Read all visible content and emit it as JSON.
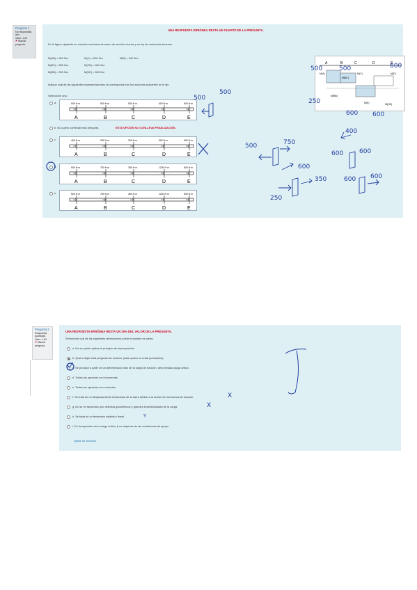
{
  "q1": {
    "info": {
      "title": "Pregunta 1",
      "status_line1": "No respondida",
      "status_line2": "aún",
      "value": "Valor: 1,00",
      "flag_line1": "Marcar",
      "flag_line2": "pregunta"
    },
    "warning": "UNA RESPUESTA ERRÓNEA RESTA UN CUARTO DE LA PREGUNTA.",
    "statement": "En la figura siguiente se muestra una barra de acero de sección circular y su ley de momentos torsores.",
    "moments": {
      "row1": [
        "M(AB) = 500 Nm",
        "M(C) = 600 Nm",
        "M(D) = 600 Nm"
      ],
      "row2": [
        "M(BC) = 500 Nm",
        "M(CD) = 600 Nm"
      ],
      "row3": [
        "M(BB) = 250 Nm",
        "M(DE) = 600 Nm"
      ]
    },
    "prompt": "Indique cuál de las siguientes representaciones se corresponde con las acciones actuantes en el eje.",
    "select_one": "Seleccione una:",
    "options": [
      {
        "letter": "a.",
        "labels": [
          "500 N·m",
          "500 N·m",
          "500 N·m",
          "600 N·m",
          "600 N·m"
        ]
      },
      {
        "letter": "b.",
        "text": "b. No quiero contestar esta pregunta.",
        "red": "ESTA OPCIÓN NO CONLLEVA PENALIZACIÓN."
      },
      {
        "letter": "c.",
        "labels": [
          "400 N·m",
          "250 N·m",
          "200 N·m",
          "500 N·m",
          "600 N·m"
        ]
      },
      {
        "letter": "d.",
        "labels": [
          "500 N·m",
          "750 N·m",
          "350 N·m",
          "1200 N·m",
          "600 N·m"
        ]
      },
      {
        "letter": "e.",
        "labels": [
          "500 N·m",
          "750 N·m",
          "350 N·m",
          "1200 N·m",
          "600 N·m"
        ]
      }
    ],
    "sections": [
      "A",
      "B",
      "C",
      "D",
      "E"
    ],
    "diagram": {
      "sections": [
        "A",
        "B",
        "C",
        "D",
        "E"
      ],
      "labels": [
        "M(A)",
        "M(BC)",
        "M(C)",
        "M(D)",
        "M(BB)",
        "M(E)",
        "M(DE)"
      ]
    }
  },
  "handwriting": {
    "diag_left": "500",
    "diag_b": "500",
    "diag_right": "600",
    "diag_bottom_left": "250",
    "diag_bottom": "600",
    "diag_bottom_right": "600",
    "a_1": "500",
    "a_2": "500",
    "c_cross": "X",
    "w_500": "500",
    "w_750": "750",
    "w_600a": "600",
    "w_250": "250",
    "w_350": "350",
    "w_400": "400",
    "w_600b": "600",
    "w_600c": "600",
    "w_600d": "600",
    "w_600e": "600"
  },
  "q2": {
    "info": {
      "title": "Pregunta 2",
      "status_line1": "Respuesta",
      "status_line2": "guardada",
      "value": "Valor: 1,00",
      "flag_line1": "Marcar",
      "flag_line2": "pregunta"
    },
    "warning": "UNA RESPUESTA ERRÓNEA RESTA UN 25% DEL VALOR DE LA PREGUNTA.",
    "prompt": "Seleccione cuál de las siguientes afirmaciones sobre el pandeo es cierta:",
    "options": [
      {
        "text": "a. No se puede aplicar el principio de superposición.",
        "selected": false
      },
      {
        "text": "b. Quiero dejar esta pregunta sin resolver (esta opción no resta puntuación).",
        "selected": true
      },
      {
        "text": "c. Se produce a partir de un determinado valor de la carga de tracción, denominada carga crítica.",
        "selected": false
      },
      {
        "text": "d. Todas las opciones son incorrectas.",
        "selected": false
      },
      {
        "text": "e. Todas las opciones son correctas.",
        "selected": false
      },
      {
        "text": "f. Se trata de un desplazamiento transversal de la barra debido a la acción de una fuerza de tracción.",
        "selected": false
      },
      {
        "text": "g. No se ve favorecido por defectos geométricos y grandes excentricidades de la carga.",
        "selected": false
      },
      {
        "text": "h. Se trata de un fenómeno estable y lineal.",
        "selected": false
      },
      {
        "text": "i. En la expresión de la carga crítica, β no depende de las condiciones de apoyo.",
        "selected": false
      }
    ],
    "clear_link": "Quitar mi elección",
    "marks": {
      "f": "X",
      "g": "X",
      "h": "Y"
    }
  }
}
